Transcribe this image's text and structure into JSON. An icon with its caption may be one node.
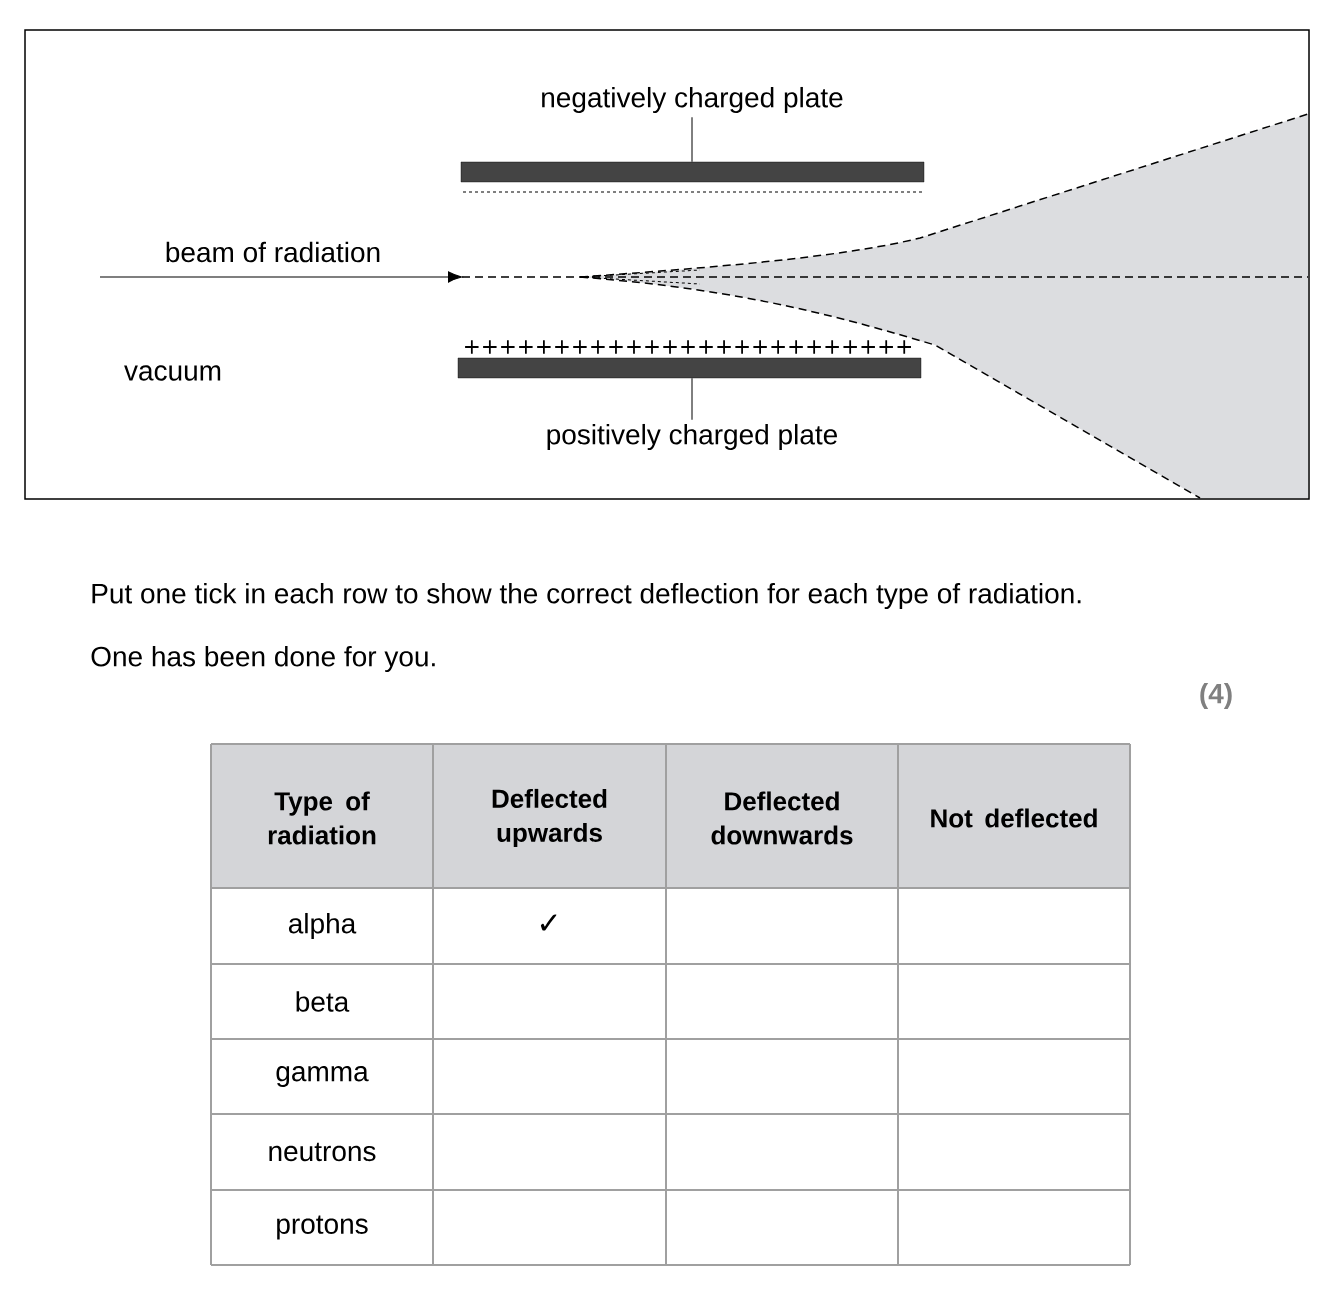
{
  "diagram": {
    "nodes": [
      {
        "text": [
          "negatively charged plate"
        ]
      },
      {
        "text": [],
        "shape": "bar"
      },
      {
        "text": [],
        "shape": "bar"
      },
      {
        "text": [
          "positively charged  plate"
        ]
      }
    ],
    "edges": [
      {
        "from": 0,
        "to": 1,
        "arrow": "none"
      },
      {
        "from": 3,
        "to": 2,
        "arrow": "none"
      }
    ],
    "labels": [
      "beam of radiation",
      "vacuum",
      "+++++++++++++++++++++++++",
      "Put one tick in each row to show the correct deflection for each type of radiation.",
      "One has been done for you.",
      "(4)",
      "Type of radiation",
      "Deflected upwards",
      "Deflected downwards",
      "Not deflected",
      "alpha",
      "✓",
      "beta",
      "gamma",
      "neutrons",
      "protons"
    ]
  }
}
